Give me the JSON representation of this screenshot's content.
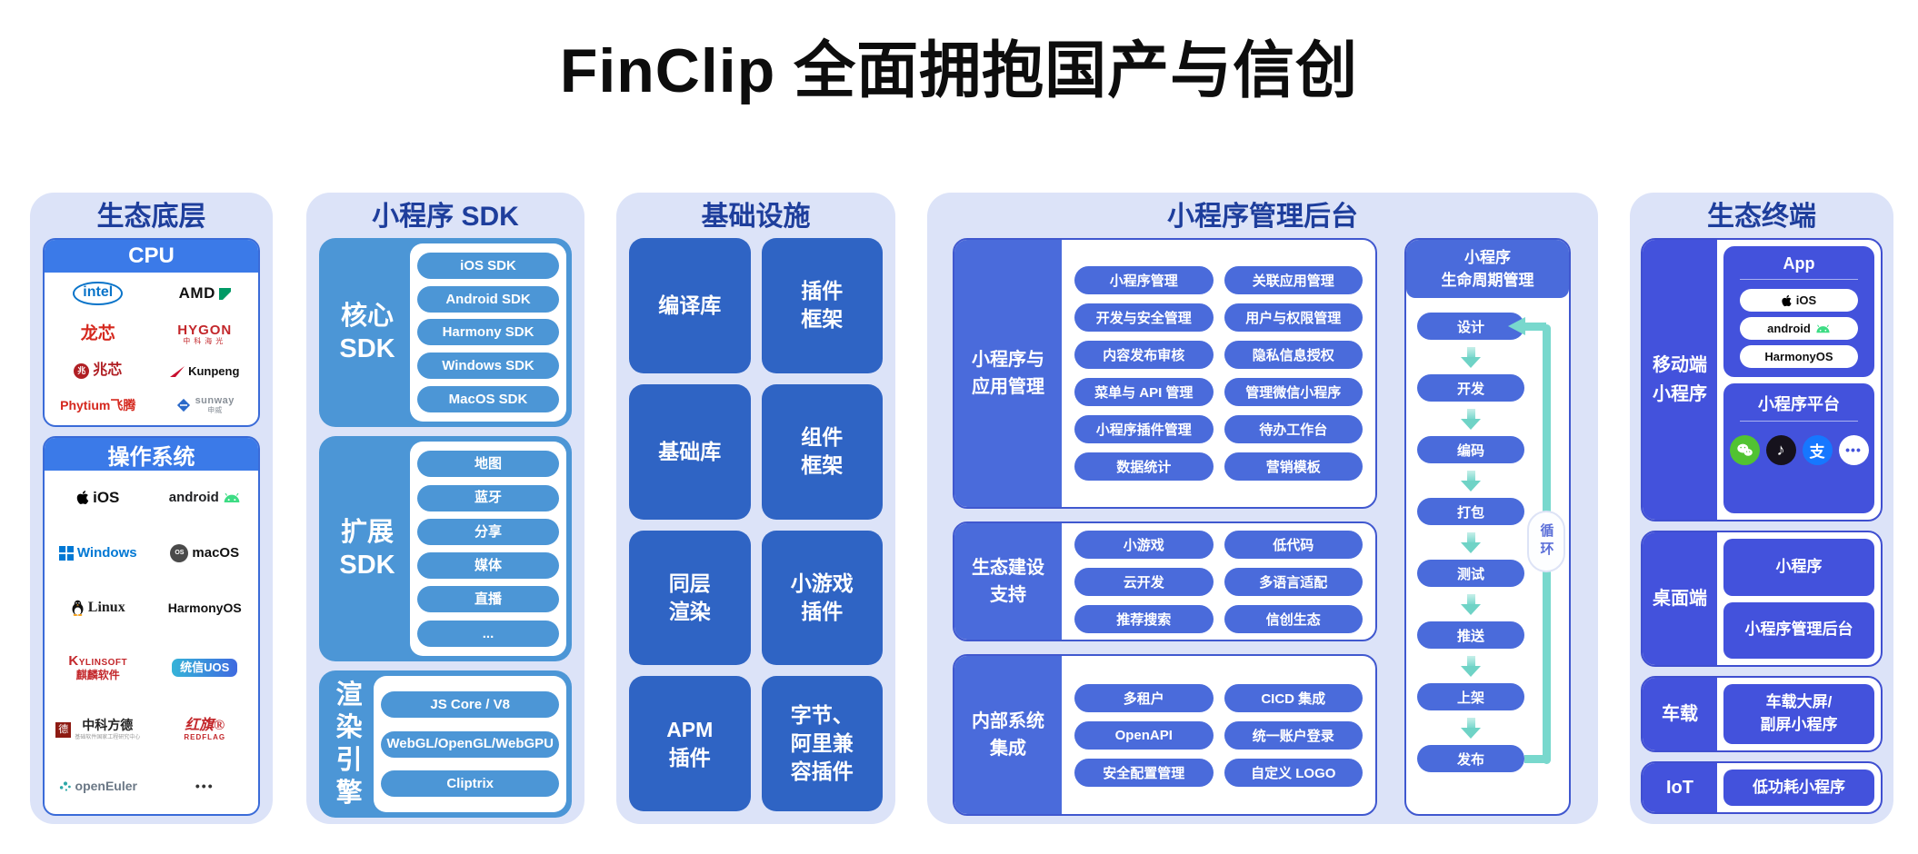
{
  "page": {
    "title": "FinClip 全面拥抱国产与信创"
  },
  "colors": {
    "column_bg": "#dce3f8",
    "column_title": "#1e3e9c",
    "bright_blue": "#3b7ae8",
    "sky_blue": "#4c96d6",
    "mid_blue": "#2f64c4",
    "royal_blue": "#4a6bdb",
    "indigo": "#4352dc",
    "teal_arrow": "#78d8cd",
    "wechat_green": "#51c332",
    "douyin_black": "#16121d",
    "alipay_blue": "#1677ff"
  },
  "eco_base": {
    "title": "生态底层",
    "cpu": {
      "header": "CPU",
      "logos": [
        {
          "name": "intel",
          "label": "intel"
        },
        {
          "name": "amd",
          "label": "AMD"
        },
        {
          "name": "loongson",
          "label": "龙芯"
        },
        {
          "name": "hygon",
          "label": "HYGON",
          "sub": "中科海光"
        },
        {
          "name": "zhaoxin",
          "label": "兆芯",
          "glyph": "兆"
        },
        {
          "name": "kunpeng",
          "label": "Kunpeng"
        },
        {
          "name": "phytium",
          "label": "Phytium飞腾"
        },
        {
          "name": "sunway",
          "label": "sunway",
          "sub": "申威"
        }
      ]
    },
    "os": {
      "header": "操作系统",
      "logos": [
        {
          "name": "ios",
          "label": "iOS"
        },
        {
          "name": "android",
          "label": "android"
        },
        {
          "name": "windows",
          "label": "Windows"
        },
        {
          "name": "macos",
          "label": "macOS",
          "glyph": "OS"
        },
        {
          "name": "linux",
          "label": "Linux"
        },
        {
          "name": "harmonyos",
          "label": "HarmonyOS"
        },
        {
          "name": "kylinsoft",
          "label": "KYLINSOFT",
          "sub": "麒麟软件"
        },
        {
          "name": "uos",
          "label": "统信UOS"
        },
        {
          "name": "nfschina",
          "label": "中科方德",
          "glyph": "德",
          "sub": "基础软件国家工程研究中心"
        },
        {
          "name": "redflag",
          "label": "红旗®",
          "sub": "REDFLAG"
        },
        {
          "name": "openeuler",
          "label": "openEuler"
        },
        {
          "name": "more",
          "label": "•••"
        }
      ]
    }
  },
  "sdk": {
    "title": "小程序 SDK",
    "groups": [
      {
        "label": "核心\nSDK",
        "items": [
          "iOS SDK",
          "Android SDK",
          "Harmony SDK",
          "Windows SDK",
          "MacOS SDK"
        ]
      },
      {
        "label": "扩展\nSDK",
        "items": [
          "地图",
          "蓝牙",
          "分享",
          "媒体",
          "直播",
          "..."
        ]
      },
      {
        "label": "渲染\n引擎",
        "items": [
          "JS Core / V8",
          "WebGL/OpenGL/WebGPU",
          "Cliptrix"
        ]
      }
    ]
  },
  "infra": {
    "title": "基础设施",
    "tiles": [
      "编译库",
      "插件\n框架",
      "基础库",
      "组件\n框架",
      "同层\n渲染",
      "小游戏\n插件",
      "APM\n插件",
      "字节、\n阿里兼\n容插件"
    ]
  },
  "admin": {
    "title": "小程序管理后台",
    "groups": [
      {
        "label": "小程序与\n应用管理",
        "items": [
          "小程序管理",
          "关联应用管理",
          "开发与安全管理",
          "用户与权限管理",
          "内容发布审核",
          "隐私信息授权",
          "菜单与 API 管理",
          "管理微信小程序",
          "小程序插件管理",
          "待办工作台",
          "数据统计",
          "营销模板"
        ]
      },
      {
        "label": "生态建设\n支持",
        "items": [
          "小游戏",
          "低代码",
          "云开发",
          "多语言适配",
          "推荐搜索",
          "信创生态"
        ]
      },
      {
        "label": "内部系统\n集成",
        "items": [
          "多租户",
          "CICD 集成",
          "OpenAPI",
          "统一账户登录",
          "安全配置管理",
          "自定义 LOGO"
        ]
      }
    ],
    "lifecycle": {
      "header": "小程序\n生命周期管理",
      "steps": [
        "设计",
        "开发",
        "编码",
        "打包",
        "测试",
        "推送",
        "上架",
        "发布"
      ],
      "loop_label": "循环"
    }
  },
  "terminals": {
    "title": "生态终端",
    "mobile": {
      "label": "移动端\n小程序",
      "app": {
        "header": "App",
        "pills": [
          "iOS",
          "android",
          "HarmonyOS"
        ]
      },
      "platform": {
        "header": "小程序平台",
        "icons": [
          "wechat",
          "douyin",
          "alipay",
          "more"
        ]
      }
    },
    "desktop": {
      "label": "桌面端",
      "tiles": [
        "小程序",
        "小程序管理后台"
      ]
    },
    "car": {
      "label": "车载",
      "tile": "车载大屏/\n副屏小程序"
    },
    "iot": {
      "label": "IoT",
      "tile": "低功耗小程序"
    }
  }
}
